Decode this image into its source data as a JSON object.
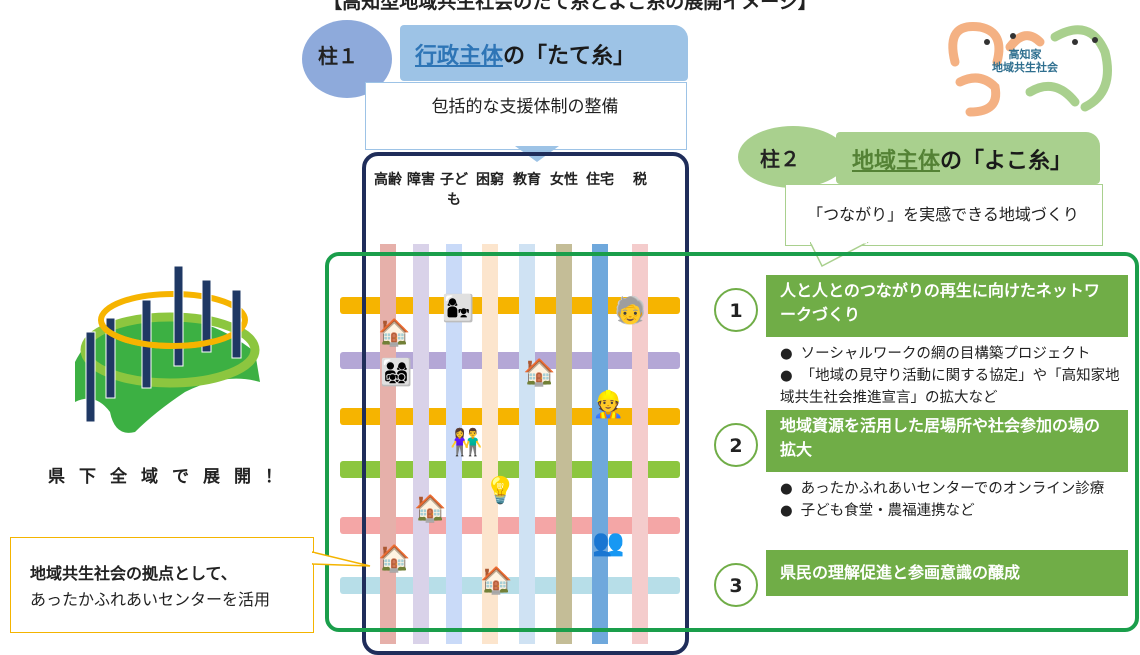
{
  "title": "【高知型地域共生社会のたて糸とよこ糸の展開イメージ】",
  "pillar1": {
    "label": "柱１",
    "title_underlined": "行政主体",
    "title_rest": "の「たて糸」",
    "description": "包括的な支援体制の整備",
    "color": "#9dc3e6"
  },
  "pillar2": {
    "label": "柱２",
    "title_underlined": "地域主体",
    "title_rest": "の「よこ糸」",
    "description": "「つながり」を実感できる地域づくり",
    "color": "#a9d08e"
  },
  "columns": [
    {
      "label": "高齢",
      "color": "#e6b0aa"
    },
    {
      "label": "障害",
      "color": "#d9d2e9"
    },
    {
      "label": "子ども",
      "color": "#c9daf8"
    },
    {
      "label": "困窮",
      "color": "#fce5cd"
    },
    {
      "label": "教育",
      "color": "#cfe2f3"
    },
    {
      "label": "女性",
      "color": "#c4bd97"
    },
    {
      "label": "住宅",
      "color": "#6fa8dc"
    },
    {
      "label": "税",
      "color": "#f4cccc"
    }
  ],
  "bands": [
    "#f6b400",
    "#b4a7d6",
    "#f6b400",
    "#8cc63f",
    "#f4a6a6",
    "#b7dee8"
  ],
  "items": [
    {
      "number": "1",
      "heading": "人と人とのつながりの再生に向けたネットワークづくり",
      "bullets": [
        "ソーシャルワークの網の目構築プロジェクト",
        "「地域の見守り活動に関する協定」や「高知家地域共生社会推進宣言」の拡大など"
      ]
    },
    {
      "number": "2",
      "heading": "地域資源を活用した居場所や社会参加の場の拡大",
      "bullets": [
        "あったかふれあいセンターでのオンライン診療",
        "子ども食堂・農福連携など"
      ]
    },
    {
      "number": "3",
      "heading": "県民の理解促進と参画意識の醸成",
      "bullets": []
    }
  ],
  "map_caption": "県下全域で展開！",
  "callout": {
    "bold": "地域共生社会の拠点として、",
    "text": "あったかふれあいセンターを活用"
  },
  "logo": {
    "line1": "高知家",
    "line2": "地域共生社会"
  },
  "icons": [
    "house-icon",
    "people-icon"
  ]
}
